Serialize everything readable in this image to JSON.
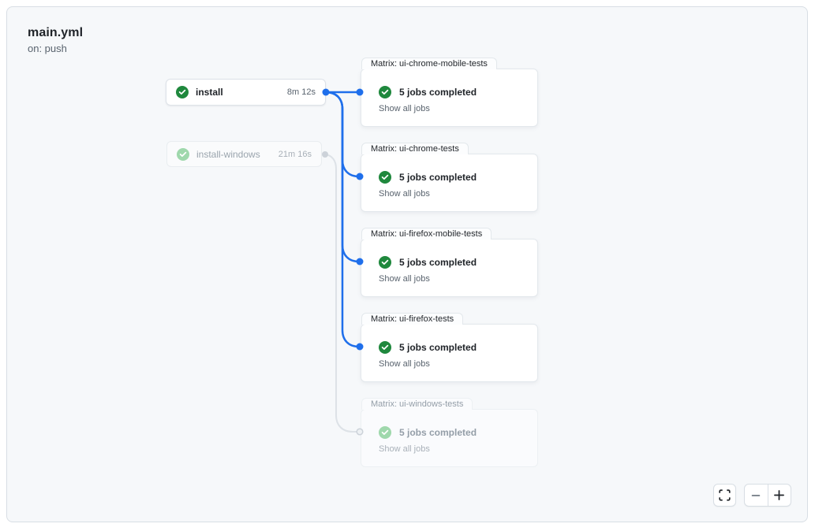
{
  "header": {
    "title": "main.yml",
    "trigger": "on: push"
  },
  "jobs": [
    {
      "name": "install",
      "duration": "8m 12s",
      "status": "success",
      "faded": false
    },
    {
      "name": "install-windows",
      "duration": "21m 16s",
      "status": "success",
      "faded": true
    }
  ],
  "matrix_groups": [
    {
      "label": "Matrix: ui-chrome-mobile-tests",
      "summary": "5 jobs completed",
      "link": "Show all jobs",
      "faded": false
    },
    {
      "label": "Matrix: ui-chrome-tests",
      "summary": "5 jobs completed",
      "link": "Show all jobs",
      "faded": false
    },
    {
      "label": "Matrix: ui-firefox-mobile-tests",
      "summary": "5 jobs completed",
      "link": "Show all jobs",
      "faded": false
    },
    {
      "label": "Matrix: ui-firefox-tests",
      "summary": "5 jobs completed",
      "link": "Show all jobs",
      "faded": false
    },
    {
      "label": "Matrix: ui-windows-tests",
      "summary": "5 jobs completed",
      "link": "Show all jobs",
      "faded": true
    }
  ],
  "controls": {
    "fit_icon": "fit-to-screen",
    "zoom_out_icon": "minus",
    "zoom_in_icon": "plus"
  },
  "colors": {
    "accent_blue": "#1f6feb",
    "success_green": "#1f883d",
    "success_green_muted": "#9fd8ac",
    "edge_gray": "#dde2e7",
    "canvas_bg": "#f6f8fa",
    "card_bg": "#ffffff"
  }
}
